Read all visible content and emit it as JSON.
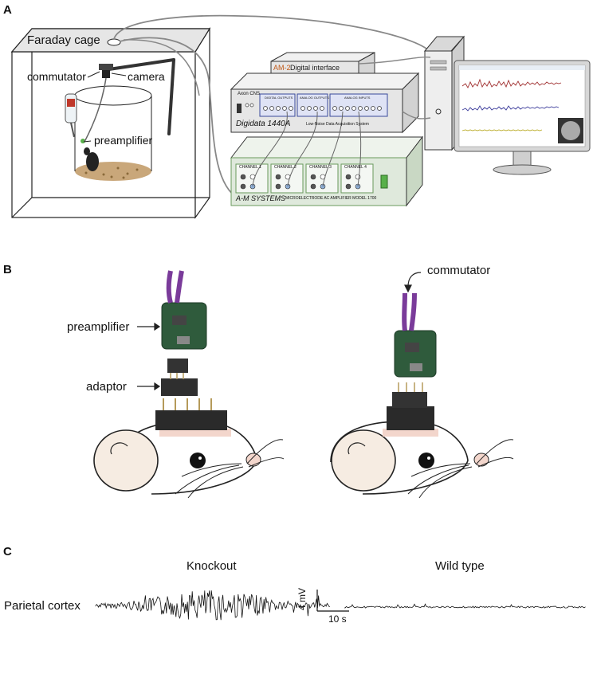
{
  "panel_a": {
    "letter": "A",
    "faraday_cage": "Faraday cage",
    "commutator": "commutator",
    "camera": "camera",
    "preamplifier": "preamplifier",
    "digital_interface_model": "AM-2",
    "digital_interface_label": "Digital interface",
    "digidata_brand": "Axon CNS",
    "digidata_name": "Digidata 1440A",
    "digidata_subtitle": "Low-Noise Data Acquisition System",
    "digidata_sections": [
      "DIGITAL OUTPUTS",
      "ANALOG OUTPUTS",
      "ANALOG INPUTS"
    ],
    "amplifier_channels": [
      "CHANNEL 1",
      "CHANNEL 2",
      "CHANNEL 3",
      "CHANNEL 4"
    ],
    "amplifier_brand": "A-M SYSTEMS",
    "amplifier_subtitle": "MICROELECTRODE AC AMPLIFIER MODEL 1700"
  },
  "panel_b": {
    "letter": "B",
    "preamplifier": "preamplifier",
    "adaptor": "adaptor",
    "commutator": "commutator"
  },
  "panel_c": {
    "letter": "C",
    "knockout": "Knockout",
    "wild_type": "Wild type",
    "row_label": "Parietal cortex",
    "scale_v": "4 mV",
    "scale_t": "10 s"
  },
  "colors": {
    "equipment_face": "#e8e8e8",
    "amp_face": "#dfe9dc",
    "amp_border": "#6a9a5c",
    "led_green": "#58b04a",
    "bedding": "#c9a77a",
    "cable_purple": "#7a3b9a",
    "pcb_green": "#2f5b3c",
    "skin_pink": "#f3d6cc",
    "trace_red": "#a03030",
    "trace_blue": "#3a3a9a",
    "trace_yellow": "#b8a820"
  }
}
